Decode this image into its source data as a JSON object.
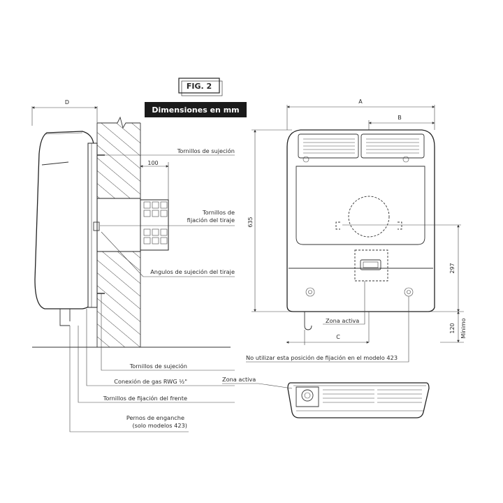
{
  "figure": {
    "fig_label": "FIG. 2",
    "subtitle": "Dimensiones en mm"
  },
  "side_view": {
    "dim_d": "D",
    "dim_100": "100",
    "labels": {
      "tornillos_sujecion_top": "Tornillos de sujeción",
      "tornillos_fijacion_tiraje_1": "Tornillos de",
      "tornillos_fijacion_tiraje_2": "fijación del tiraje",
      "angulos_sujecion": "Angulos de sujeción del tiraje",
      "tornillos_sujecion_bottom": "Tornillos de sujeción",
      "conexion_gas": "Conexión de gas RWG ½\"",
      "tornillos_frente": "Tornillos de fijación del frente",
      "pernos_1": "Pernos de enganche",
      "pernos_2": "(solo modelos 423)"
    }
  },
  "front_view": {
    "dim_a": "A",
    "dim_b": "B",
    "dim_c": "C",
    "dim_635": "635",
    "dim_297": "297",
    "dim_120": "120",
    "minimo": "Mínimo",
    "zona_activa": "Zona activa",
    "no_utilizar": "No utilizar esta posición de fijación en el modelo 423"
  },
  "top_view": {
    "zona_activa": "Zona activa"
  },
  "colors": {
    "line": "#222222",
    "badge_fill": "#1a1a1a",
    "badge_outline": "#222222"
  }
}
